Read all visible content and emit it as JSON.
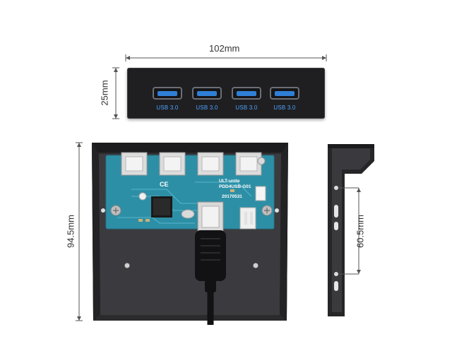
{
  "dimensions": {
    "width_label": "102mm",
    "height_label": "25mm",
    "depth_label": "94.5mm",
    "side_label": "60.5mm"
  },
  "ports": [
    {
      "label": "USB 3.0"
    },
    {
      "label": "USB 3.0"
    },
    {
      "label": "USB 3.0"
    },
    {
      "label": "USB 3.0"
    }
  ],
  "board": {
    "brand": "ULT-unite",
    "model": "PDD4USB-G01",
    "date": "20170531",
    "cert": "CE"
  },
  "colors": {
    "panel": "#1f1f22",
    "pcb": "#2d8fa6",
    "usb_blue": "#2f7fd6"
  }
}
